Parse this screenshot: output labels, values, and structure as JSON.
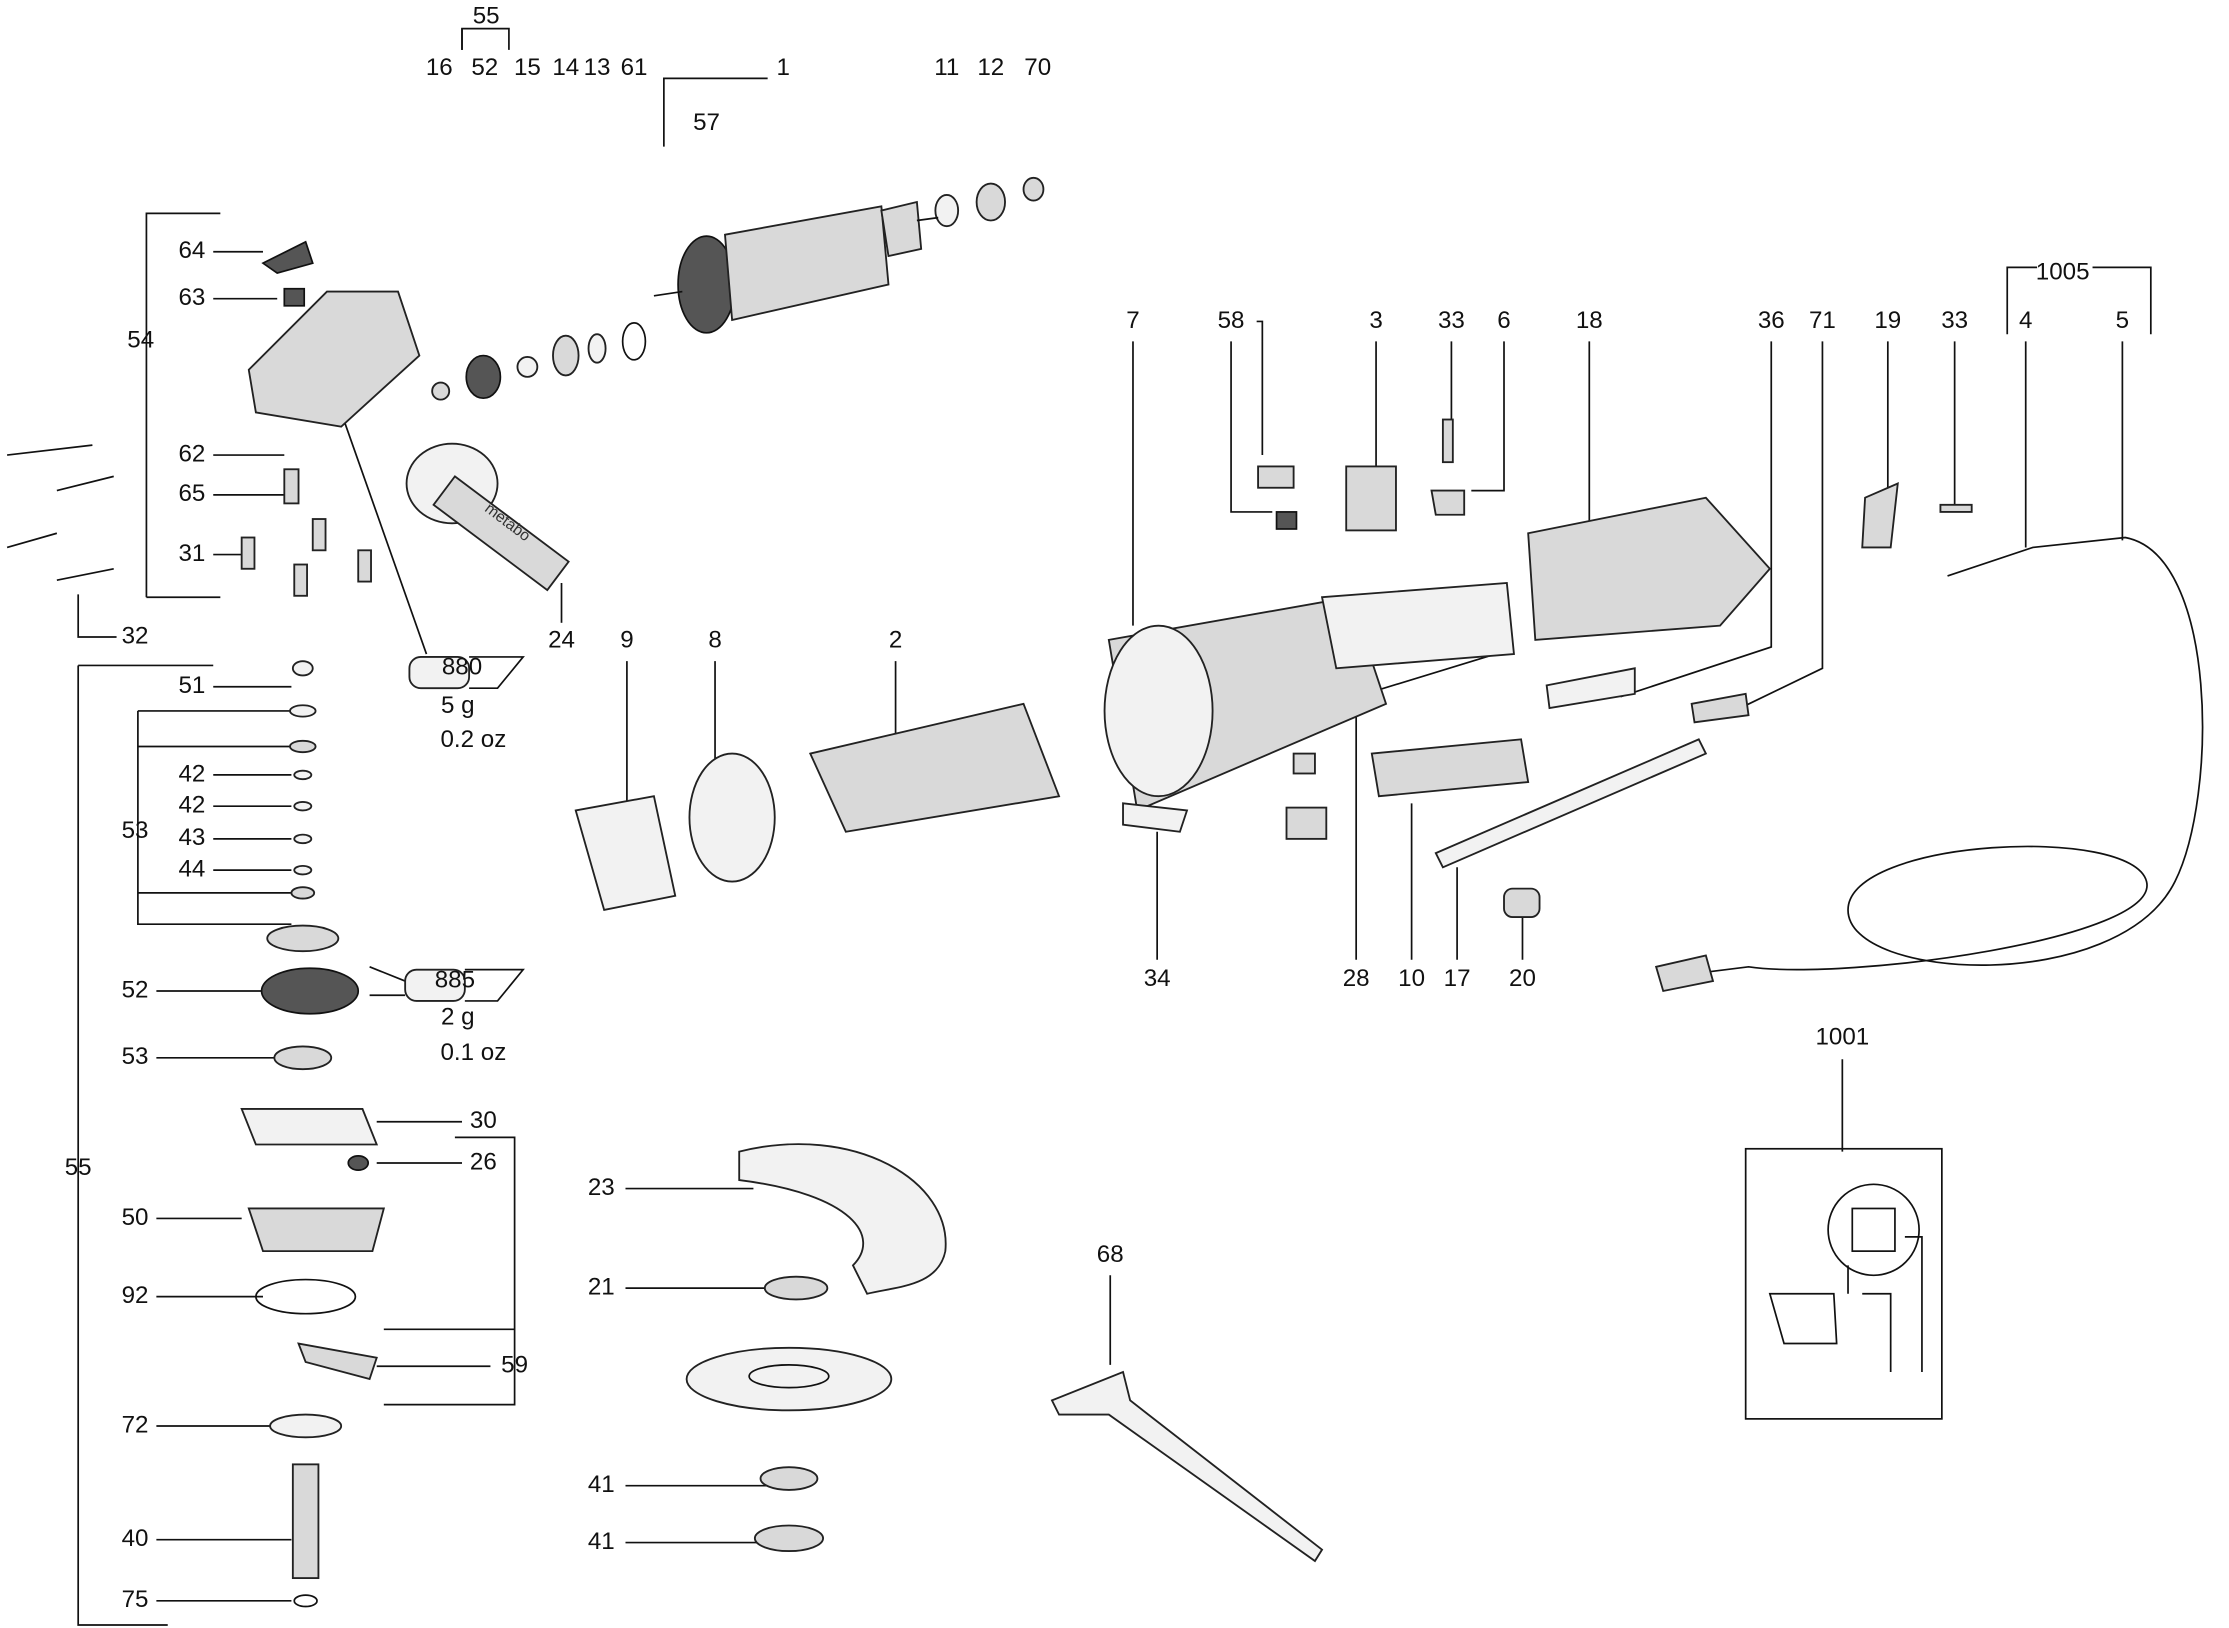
{
  "title": "Angle grinder exploded parts diagram",
  "brand_marking": "metabo",
  "callouts": [
    "55",
    "16",
    "52",
    "15",
    "14",
    "13",
    "61",
    "1",
    "57",
    "11",
    "12",
    "70",
    "64",
    "63",
    "54",
    "62",
    "65",
    "31",
    "32",
    "24",
    "51",
    "42",
    "42",
    "43",
    "44",
    "53",
    "52",
    "53",
    "30",
    "26",
    "50",
    "92",
    "59",
    "72",
    "40",
    "75",
    "55",
    "9",
    "8",
    "2",
    "7",
    "58",
    "3",
    "33",
    "6",
    "18",
    "36",
    "71",
    "19",
    "33",
    "4",
    "5",
    "1005",
    "34",
    "28",
    "10",
    "17",
    "20",
    "23",
    "21",
    "41",
    "41",
    "68",
    "1001"
  ],
  "grease": [
    {
      "code": "880",
      "weight": "5 g",
      "ounces": "0.2 oz"
    },
    {
      "code": "885",
      "weight": "2 g",
      "ounces": "0.1 oz"
    }
  ]
}
